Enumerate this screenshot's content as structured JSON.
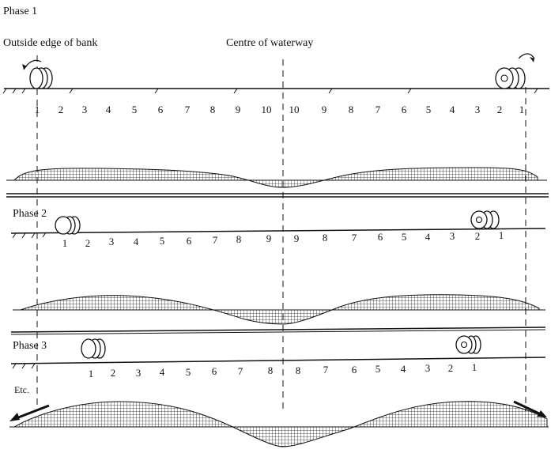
{
  "labels": {
    "phase1": "Phase 1",
    "phase2": "Phase 2",
    "phase3": "Phase 3",
    "etc": "Etc.",
    "outside_edge": "Outside edge of bank",
    "centre": "Centre of waterway"
  },
  "phase1_numbers_left": [
    "1",
    "2",
    "3",
    "4",
    "5",
    "6",
    "7",
    "8",
    "9",
    "10"
  ],
  "phase1_numbers_right": [
    "10",
    "9",
    "8",
    "7",
    "6",
    "5",
    "4",
    "3",
    "2",
    "1"
  ],
  "phase2_numbers_left": [
    "1",
    "2",
    "3",
    "4",
    "5",
    "6",
    "7",
    "8",
    "9"
  ],
  "phase2_numbers_right": [
    "9",
    "8",
    "7",
    "6",
    "5",
    "4",
    "3",
    "2",
    "1"
  ],
  "phase3_numbers_left": [
    "1",
    "2",
    "3",
    "4",
    "5",
    "6",
    "7",
    "8"
  ],
  "phase3_numbers_right": [
    "8",
    "7",
    "6",
    "5",
    "4",
    "3",
    "2",
    "1"
  ],
  "icons": [
    "wheel-roller-icon",
    "rotation-arrow-icon",
    "direction-arrow-icon"
  ]
}
